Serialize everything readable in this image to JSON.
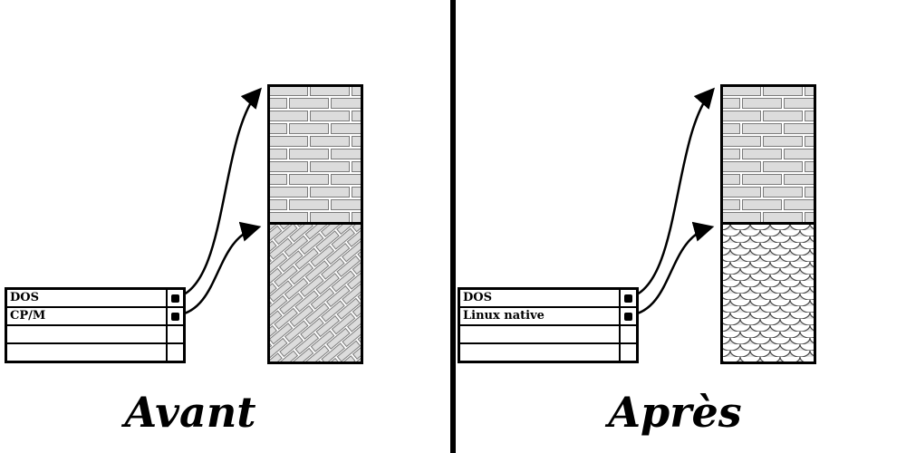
{
  "panels": [
    {
      "id": "before",
      "label": "Avant",
      "table": {
        "rows": [
          {
            "label": "DOS",
            "has_pointer": true
          },
          {
            "label": "CP/M",
            "has_pointer": true
          },
          {
            "label": "",
            "has_pointer": false
          },
          {
            "label": "",
            "has_pointer": false
          }
        ]
      },
      "disk": {
        "top_pattern": "brick",
        "bottom_pattern": "diagonal-brick"
      }
    },
    {
      "id": "after",
      "label": "Après",
      "table": {
        "rows": [
          {
            "label": "DOS",
            "has_pointer": true
          },
          {
            "label": "Linux native",
            "has_pointer": true
          },
          {
            "label": "",
            "has_pointer": false
          },
          {
            "label": "",
            "has_pointer": false
          }
        ]
      },
      "disk": {
        "top_pattern": "brick",
        "bottom_pattern": "fish-scale"
      }
    }
  ],
  "colors": {
    "line": "#000000",
    "brick_fill": "#dcdcdc",
    "brick_stroke": "#7a7a7a",
    "scale_fill": "#e6e6e6",
    "scale_stroke": "#444444",
    "background": "#ffffff"
  }
}
